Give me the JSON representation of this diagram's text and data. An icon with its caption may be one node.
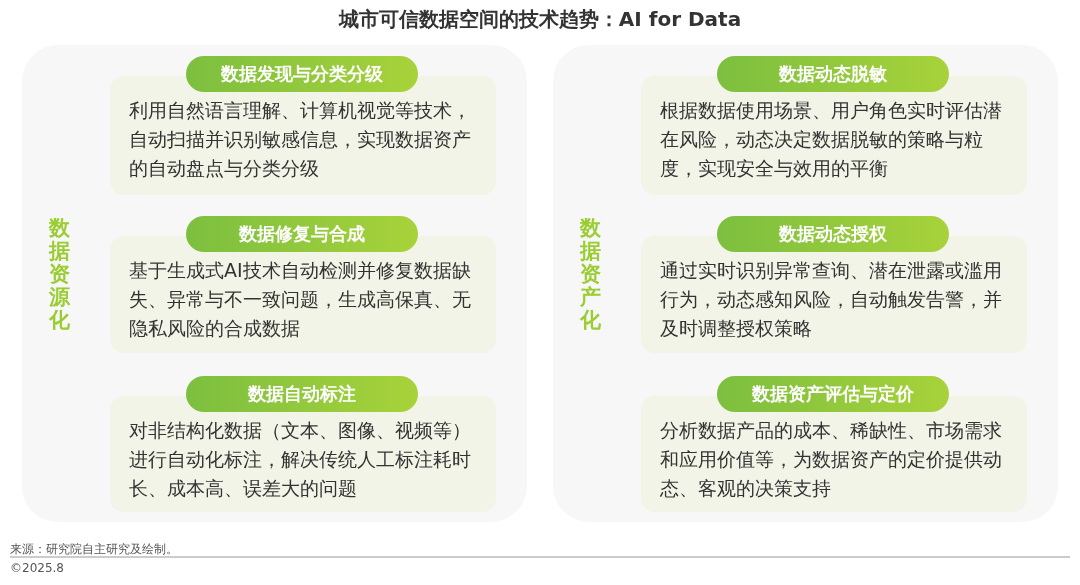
{
  "diagram": {
    "title": "城市可信数据空间的技术趋势：AI for Data",
    "nodes": [
      {
        "text": [
          "数据资源化"
        ]
      },
      {
        "text": [
          "数据发现与分类分级"
        ],
        "in": 0
      },
      {
        "text": [
          "利用自然语言理解、计算机视觉等技术，自动扫描并识别敏感信息，实现数据资产的自动盘点与分类分级"
        ],
        "in": 0
      },
      {
        "text": [
          "数据修复与合成"
        ],
        "in": 0
      },
      {
        "text": [
          "基于生成式AI技术自动检测并修复数据缺失、异常与不一致问题，生成高保真、无隐私风险的合成数据"
        ],
        "in": 0
      },
      {
        "text": [
          "数据自动标注"
        ],
        "in": 0
      },
      {
        "text": [
          "对非结构化数据（文本、图像、视频等）进行自动化标注，解决传统人工标注耗时长、成本高、误差大的问题"
        ],
        "in": 0
      },
      {
        "text": [
          "数据资产化"
        ]
      },
      {
        "text": [
          "数据动态脱敏"
        ],
        "in": 7
      },
      {
        "text": [
          "根据数据使用场景、用户角色实时评估潜在风险，动态决定数据脱敏的策略与粒度，实现安全与效用的平衡"
        ],
        "in": 7
      },
      {
        "text": [
          "数据动态授权"
        ],
        "in": 7
      },
      {
        "text": [
          "通过实时识别异常查询、潜在泄露或滥用行为，动态感知风险，自动触发告警，并及时调整授权策略"
        ],
        "in": 7
      },
      {
        "text": [
          "数据资产评估与定价"
        ],
        "in": 7
      },
      {
        "text": [
          "分析数据产品的成本、稀缺性、市场需求和应用价值等，为数据资产的定价提供动态、客观的决策支持"
        ],
        "in": 7
      }
    ],
    "labels": [
      "来源：研究院自主研究及绘制。",
      "©2025.8"
    ]
  }
}
